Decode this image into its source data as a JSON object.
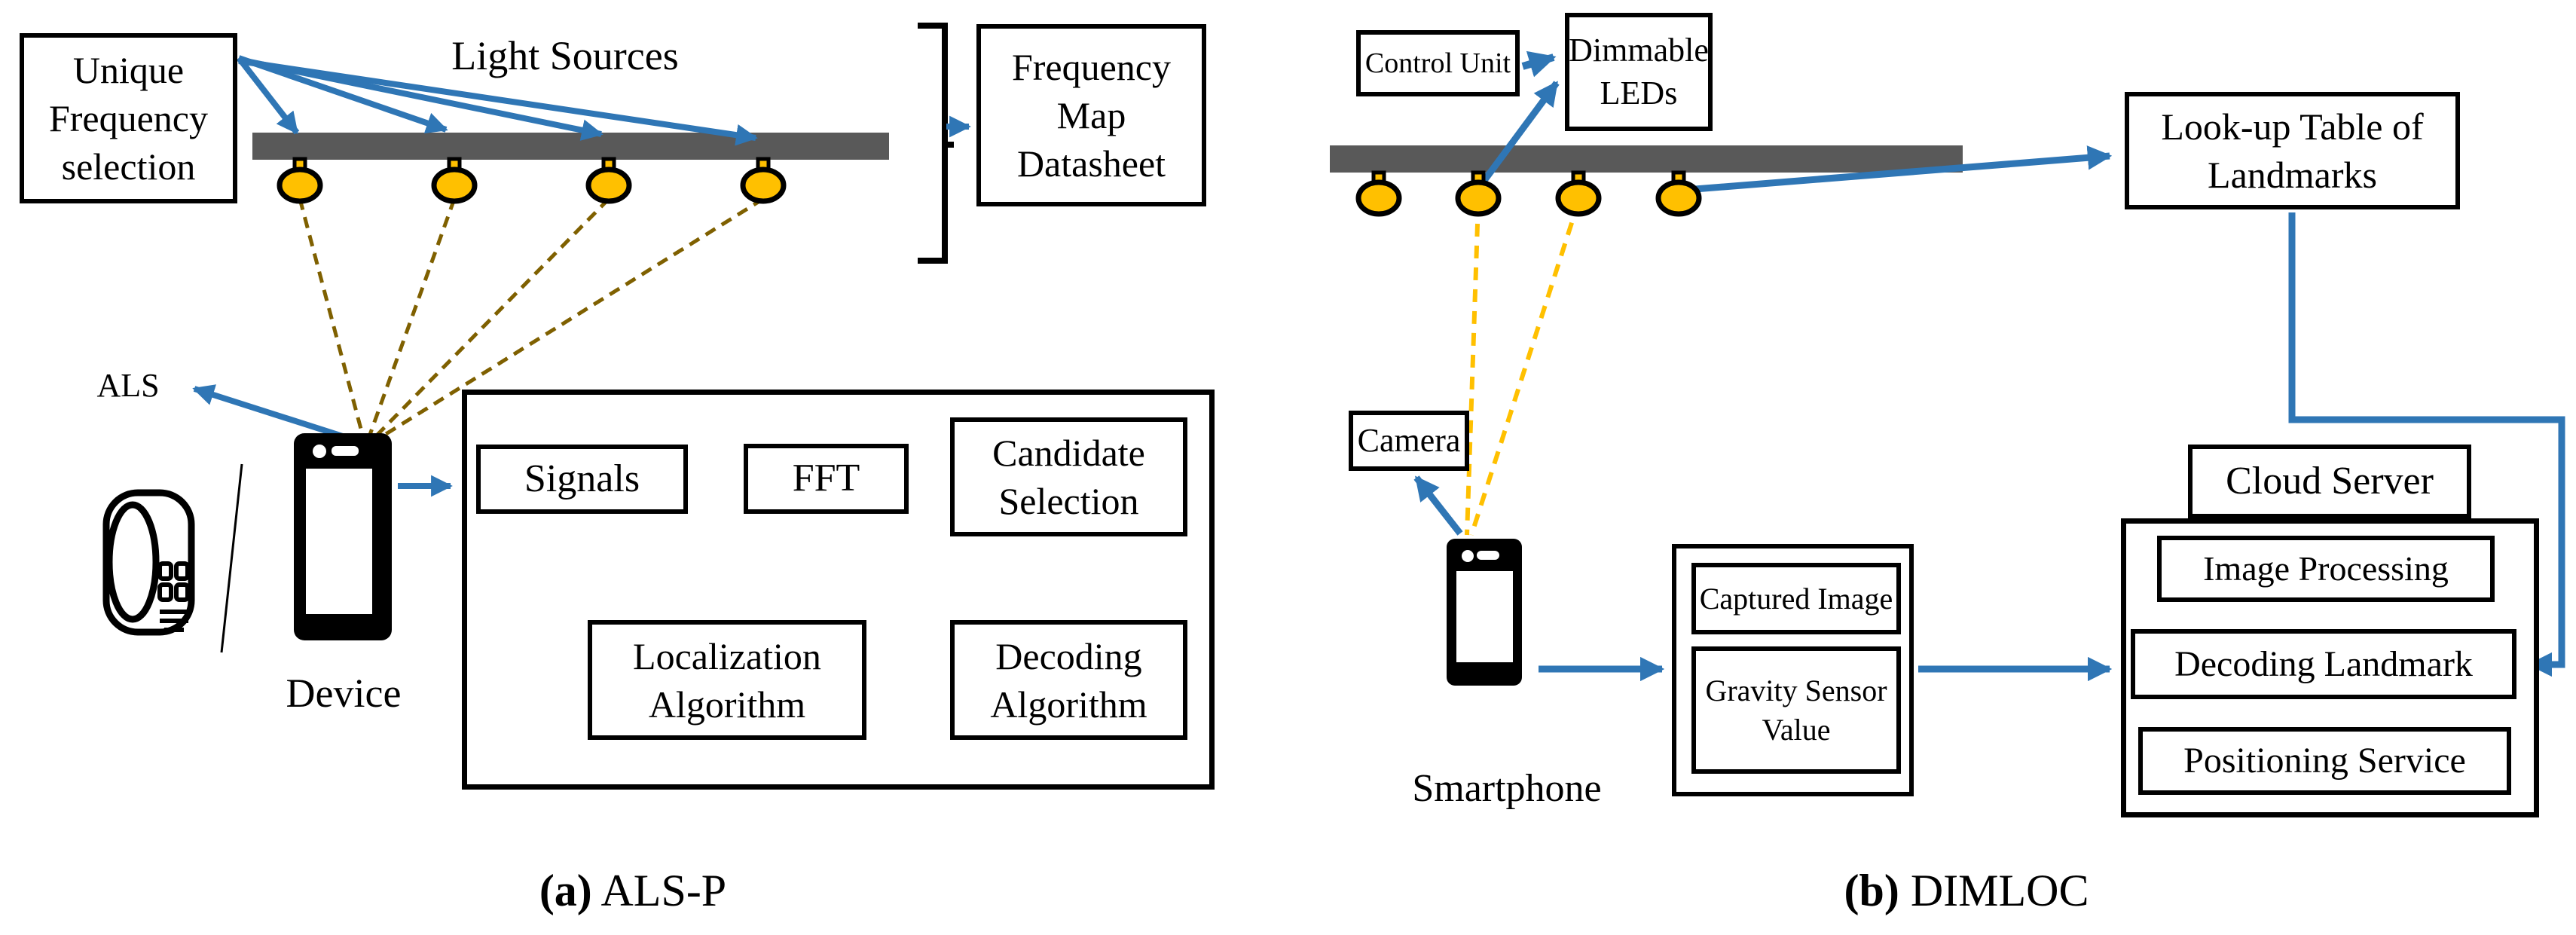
{
  "colors": {
    "arrow_blue": "#2f76b5",
    "ceiling_gray": "#595959",
    "bulb_gold": "#FFC000",
    "dashed_olive": "#7F6000",
    "dashed_yellow": "#FFC000",
    "outline_black": "#000000"
  },
  "left": {
    "caption_tag": "(a)",
    "caption_name": " ALS-P",
    "unique_frequency_box": "Unique Frequency selection",
    "light_sources_label": "Light Sources",
    "frequency_map_box": "Frequency Map Datasheet",
    "als_label": "ALS",
    "device_label": "Device",
    "flow": {
      "signals": "Signals",
      "fft": "FFT",
      "candidate": "Candidate Selection",
      "decoding": "Decoding Algorithm",
      "localization": "Localization Algorithm"
    }
  },
  "right": {
    "caption_tag": "(b)",
    "caption_name": " DIMLOC",
    "control_unit": "Control Unit",
    "dimmable_leds": "Dimmable LEDs",
    "lookup_table": "Look-up Table of Landmarks",
    "camera": "Camera",
    "smartphone_label": "Smartphone",
    "captured_image": "Captured Image",
    "gravity_sensor": "Gravity Sensor Value",
    "cloud_server": "Cloud Server",
    "image_processing": "Image Processing",
    "decoding_landmark": "Decoding Landmark",
    "positioning_service": "Positioning Service"
  }
}
